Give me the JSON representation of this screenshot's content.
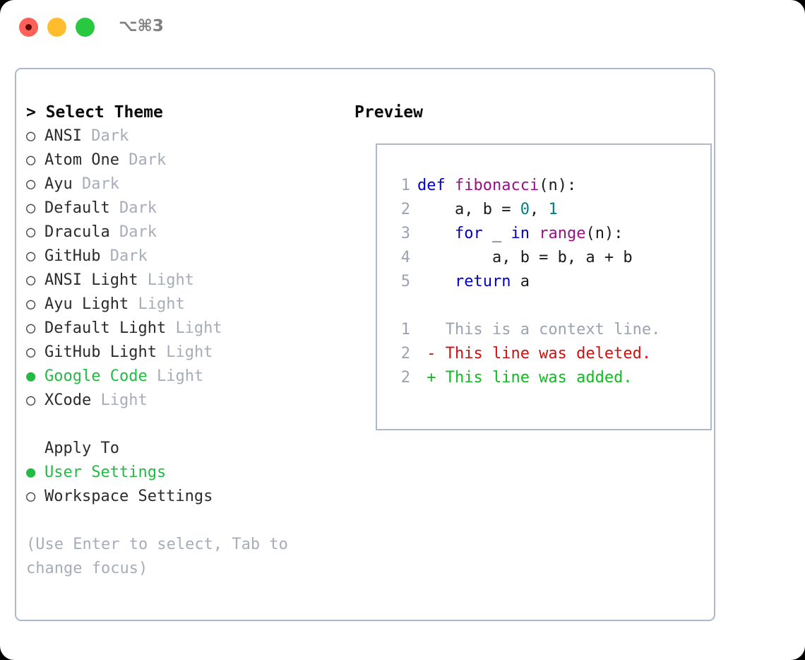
{
  "titlebar": {
    "shortcut": "⌥⌘3",
    "buttons": [
      {
        "name": "close",
        "color": "#ff6058"
      },
      {
        "name": "minimize",
        "color": "#ffbd2e"
      },
      {
        "name": "zoom",
        "color": "#28c840"
      }
    ]
  },
  "left": {
    "heading": "> Select Theme",
    "themes": [
      {
        "marker": "○",
        "selected": false,
        "label": "ANSI",
        "variant": "Dark"
      },
      {
        "marker": "○",
        "selected": false,
        "label": "Atom One",
        "variant": "Dark"
      },
      {
        "marker": "○",
        "selected": false,
        "label": "Ayu",
        "variant": "Dark"
      },
      {
        "marker": "○",
        "selected": false,
        "label": "Default",
        "variant": "Dark"
      },
      {
        "marker": "○",
        "selected": false,
        "label": "Dracula",
        "variant": "Dark"
      },
      {
        "marker": "○",
        "selected": false,
        "label": "GitHub",
        "variant": "Dark"
      },
      {
        "marker": "○",
        "selected": false,
        "label": "ANSI Light",
        "variant": "Light"
      },
      {
        "marker": "○",
        "selected": false,
        "label": "Ayu Light",
        "variant": "Light"
      },
      {
        "marker": "○",
        "selected": false,
        "label": "Default Light",
        "variant": "Light"
      },
      {
        "marker": "○",
        "selected": false,
        "label": "GitHub Light",
        "variant": "Light"
      },
      {
        "marker": "●",
        "selected": true,
        "label": "Google Code",
        "variant": "Light"
      },
      {
        "marker": "○",
        "selected": false,
        "label": "XCode",
        "variant": "Light"
      }
    ],
    "apply_to_heading": "Apply To",
    "apply_to": [
      {
        "marker": "●",
        "selected": true,
        "label": "User Settings"
      },
      {
        "marker": "○",
        "selected": false,
        "label": "Workspace Settings"
      }
    ],
    "hint": "(Use Enter to select, Tab to change focus)"
  },
  "right": {
    "heading": "Preview",
    "code_lines": [
      {
        "no": "1",
        "tokens": [
          {
            "t": "def ",
            "c": "kw"
          },
          {
            "t": "fibonacci",
            "c": "fn"
          },
          {
            "t": "(n):",
            "c": "pl"
          }
        ]
      },
      {
        "no": "2",
        "tokens": [
          {
            "t": "    a, b = ",
            "c": "pl"
          },
          {
            "t": "0",
            "c": "num"
          },
          {
            "t": ", ",
            "c": "pl"
          },
          {
            "t": "1",
            "c": "num"
          }
        ]
      },
      {
        "no": "3",
        "tokens": [
          {
            "t": "    ",
            "c": "pl"
          },
          {
            "t": "for",
            "c": "kw"
          },
          {
            "t": " _ ",
            "c": "pl"
          },
          {
            "t": "in",
            "c": "kw"
          },
          {
            "t": " ",
            "c": "pl"
          },
          {
            "t": "range",
            "c": "fn"
          },
          {
            "t": "(n):",
            "c": "pl"
          }
        ]
      },
      {
        "no": "4",
        "tokens": [
          {
            "t": "        a, b = b, a + b",
            "c": "pl"
          }
        ]
      },
      {
        "no": "5",
        "tokens": [
          {
            "t": "    ",
            "c": "pl"
          },
          {
            "t": "return",
            "c": "kw"
          },
          {
            "t": " a",
            "c": "pl"
          }
        ]
      }
    ],
    "diff_lines": [
      {
        "no": "1",
        "kind": "context",
        "text": "   This is a context line."
      },
      {
        "no": "2",
        "kind": "del",
        "text": " - This line was deleted."
      },
      {
        "no": "2",
        "kind": "add",
        "text": " + This line was added."
      }
    ]
  },
  "colors": {
    "accent_green": "#22bb44",
    "muted": "#a6adb9",
    "border": "#aeb8cb",
    "keyword": "#0000cc",
    "function": "#9b0f86",
    "number": "#008080",
    "diff_delete": "#cc1111",
    "diff_add": "#11bb22"
  }
}
